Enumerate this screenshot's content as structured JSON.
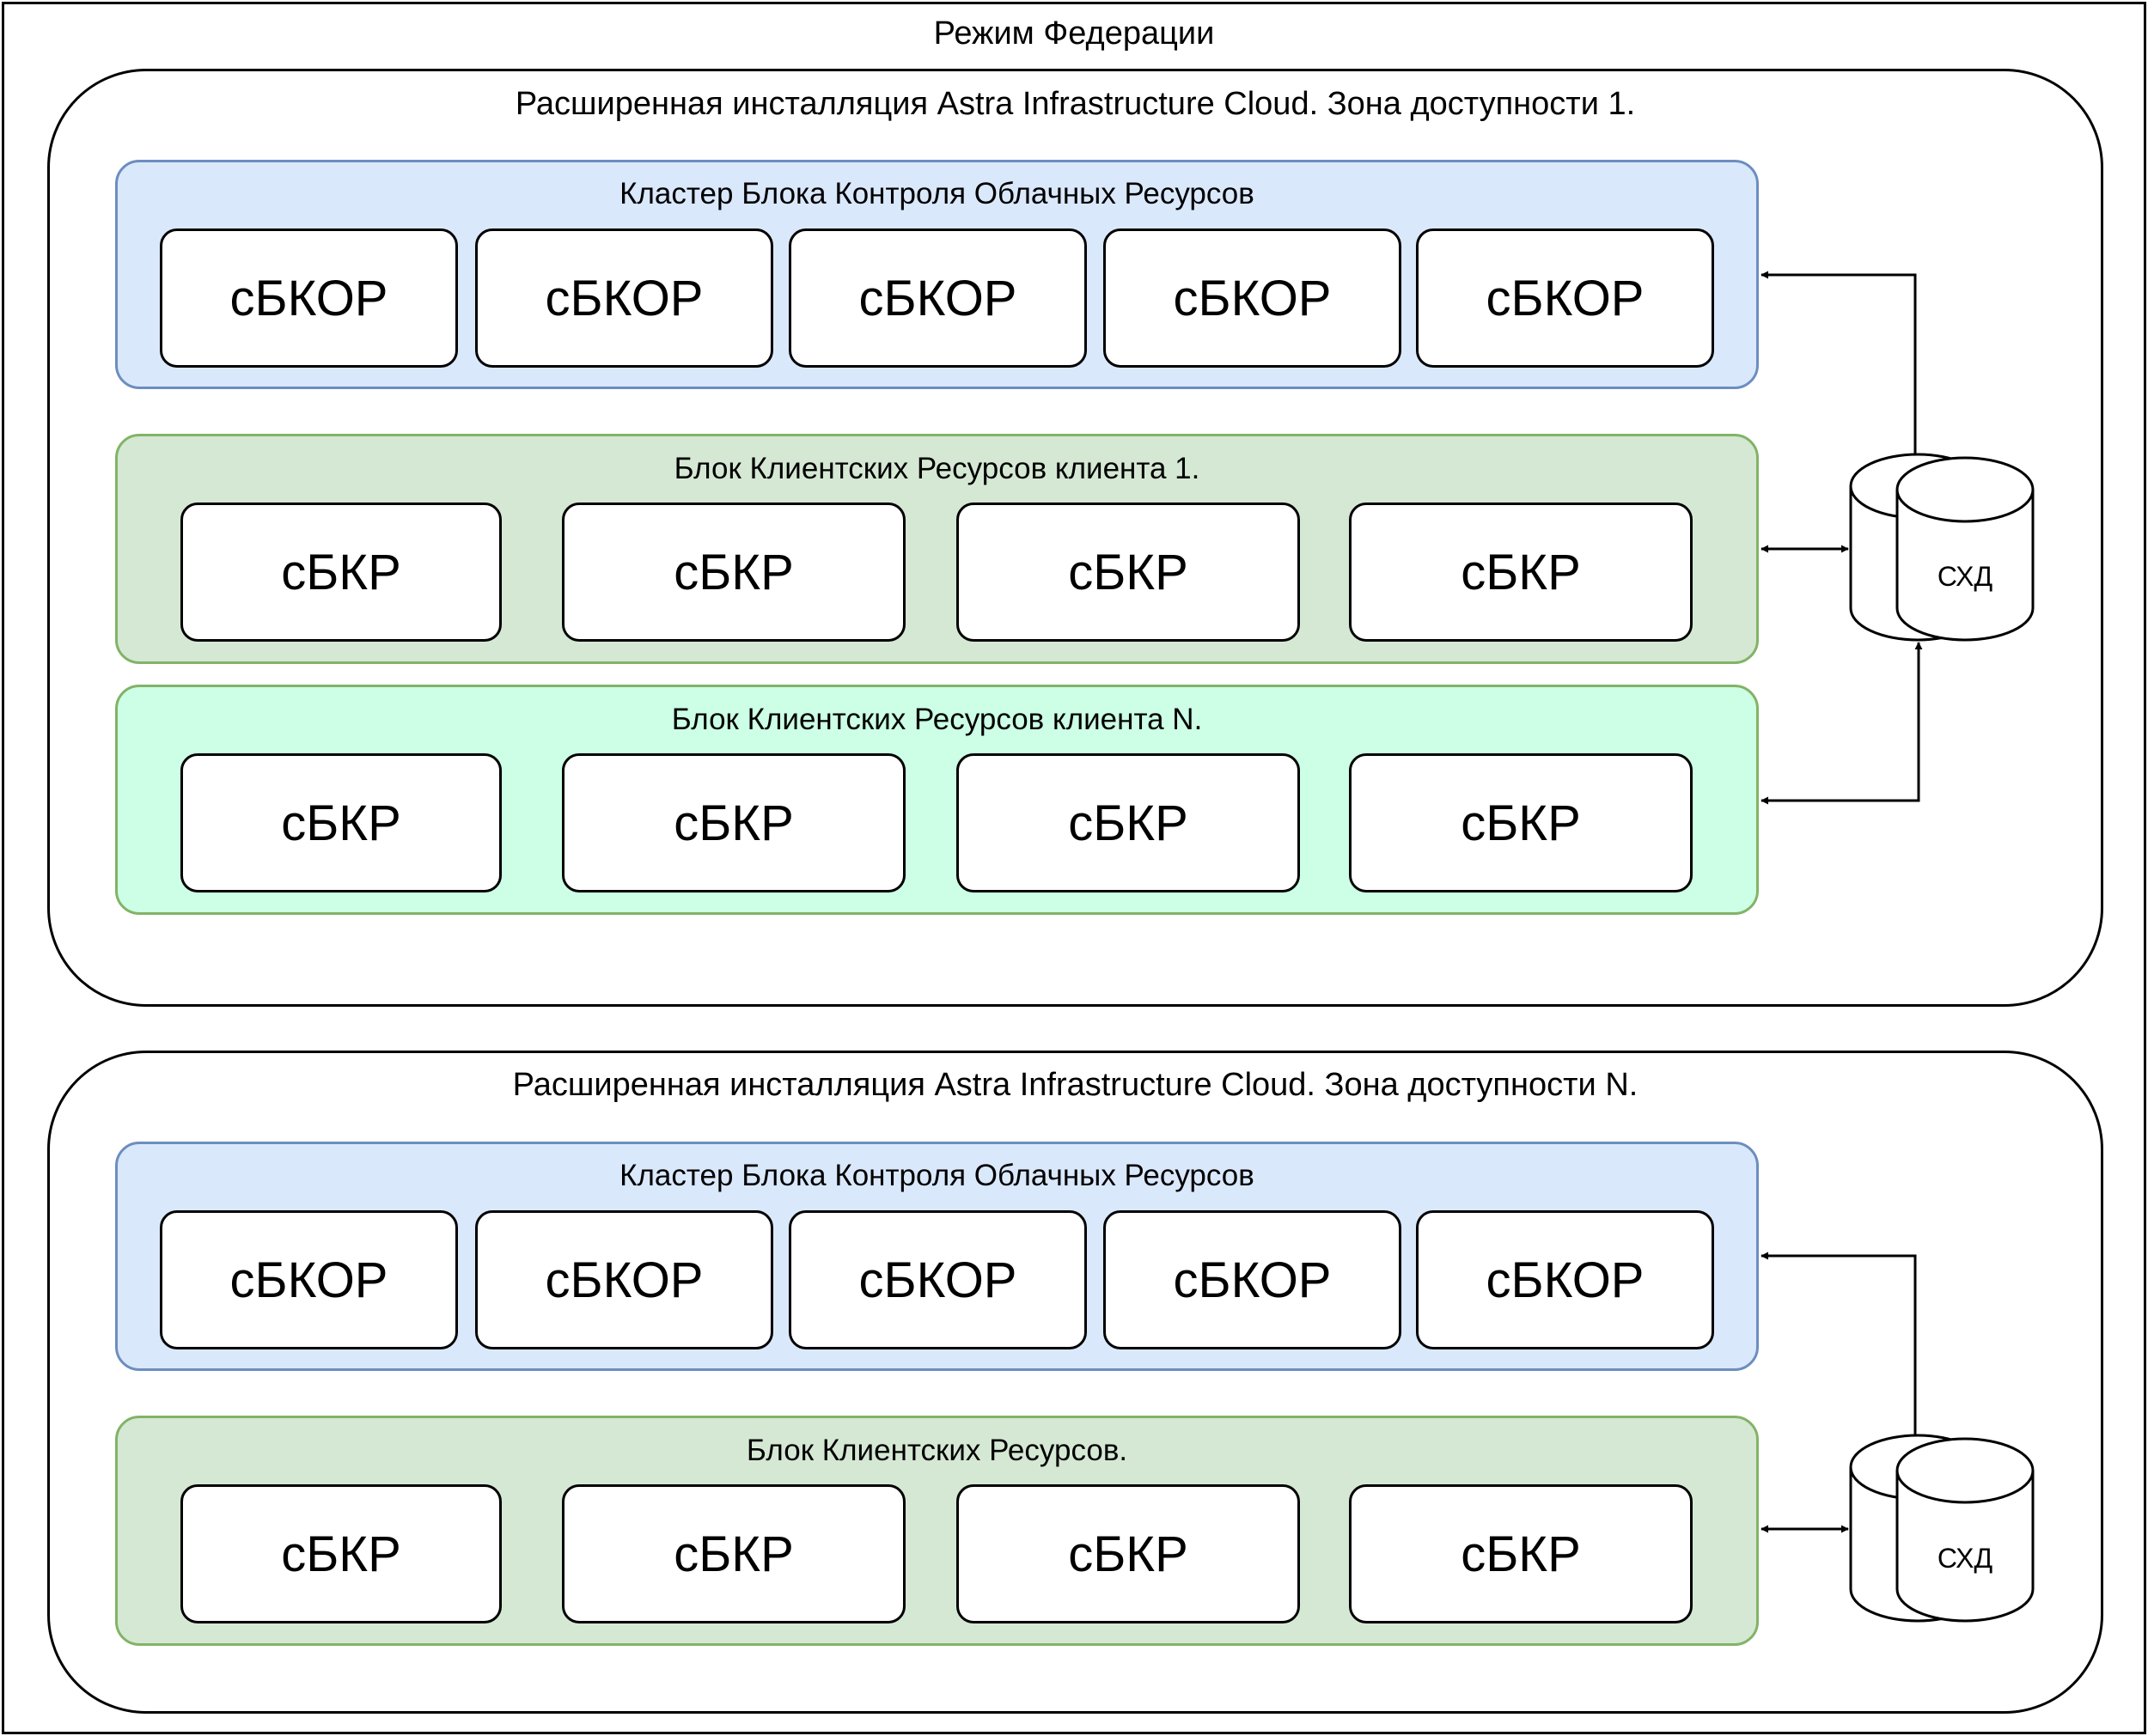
{
  "diagram": {
    "title": "Режим Федерации",
    "zones": [
      {
        "title": "Расширенная инсталляция Astra Infrastructure Cloud. Зона доступности 1.",
        "cluster": {
          "title": "Кластер Блока Контроля Облачных Ресурсов",
          "nodes": [
            "сБКОР",
            "сБКОР",
            "сБКОР",
            "сБКОР",
            "сБКОР"
          ]
        },
        "client_blocks": [
          {
            "title": "Блок Клиентских Ресурсов клиента 1.",
            "nodes": [
              "сБКР",
              "сБКР",
              "сБКР",
              "сБКР"
            ]
          },
          {
            "title": "Блок Клиентских Ресурсов клиента N.",
            "nodes": [
              "сБКР",
              "сБКР",
              "сБКР",
              "сБКР"
            ]
          }
        ],
        "storage": {
          "label": "СХД",
          "icon": "database-cylinder-icon"
        }
      },
      {
        "title": "Расширенная инсталляция Astra Infrastructure Cloud. Зона доступности N.",
        "cluster": {
          "title": "Кластер Блока Контроля Облачных Ресурсов",
          "nodes": [
            "сБКОР",
            "сБКОР",
            "сБКОР",
            "сБКОР",
            "сБКОР"
          ]
        },
        "client_blocks": [
          {
            "title": "Блок Клиентских Ресурсов.",
            "nodes": [
              "сБКР",
              "сБКР",
              "сБКР",
              "сБКР"
            ]
          }
        ],
        "storage": {
          "label": "СХД",
          "icon": "database-cylinder-icon"
        }
      }
    ],
    "colors": {
      "cluster_fill": "#dae8fc",
      "cluster_stroke": "#6c8ebf",
      "client_fill": "#d5e8d4",
      "client_n_fill": "#ccffe6",
      "client_stroke": "#82b366"
    }
  }
}
